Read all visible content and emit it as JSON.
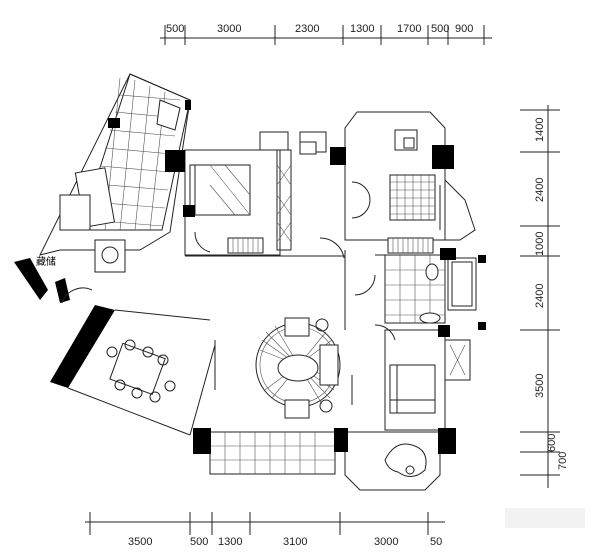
{
  "top_dimensions": [
    "500",
    "3000",
    "2300",
    "1300",
    "1700",
    "500",
    "900"
  ],
  "bottom_dimensions": [
    "3500",
    "500",
    "1300",
    "3100",
    "3000",
    "50"
  ],
  "right_dimensions": [
    "1400",
    "2400",
    "1000",
    "2400",
    "3500",
    "600",
    "700"
  ],
  "room_labels": {
    "storage": "藏储"
  },
  "colors": {
    "wall": "#000000",
    "line": "#222222",
    "background": "#ffffff"
  }
}
